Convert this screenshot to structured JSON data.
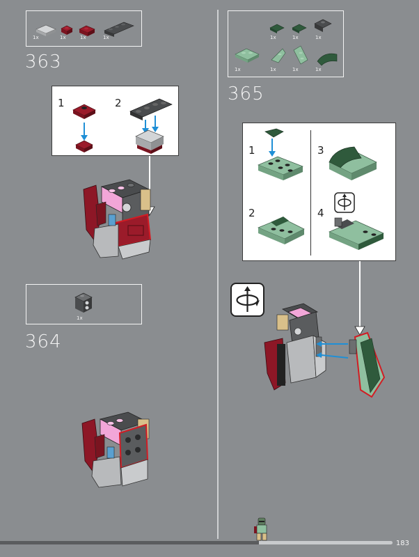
{
  "page": {
    "number": "183"
  },
  "steps": [
    {
      "number": "363",
      "parts": [
        {
          "qty": "1x"
        },
        {
          "qty": "1x"
        },
        {
          "qty": "1x"
        },
        {
          "qty": "1x"
        }
      ],
      "substeps": [
        "1",
        "2"
      ]
    },
    {
      "number": "364",
      "parts": [
        {
          "qty": "1x"
        }
      ]
    },
    {
      "number": "365",
      "parts": [
        {
          "qty": "1x"
        },
        {
          "qty": "1x"
        },
        {
          "qty": "1x"
        },
        {
          "qty": "1x"
        },
        {
          "qty": "1x"
        },
        {
          "qty": "1x"
        },
        {
          "qty": "1x"
        }
      ],
      "substeps": [
        "1",
        "2",
        "3",
        "4"
      ]
    }
  ],
  "icons": [
    "rotate-model-icon",
    "rotate-subassembly-icon"
  ],
  "colors": {
    "background": "#8a8d90",
    "dark_red": "#7a1420",
    "sand_green": "#8fbf9f",
    "dark_green": "#2f5a3c",
    "pink": "#f2a6d8",
    "dark_gray": "#4a4c4e",
    "light_gray": "#b8babc",
    "highlight": "#d21c24",
    "arrow_blue": "#1f8fd6"
  }
}
